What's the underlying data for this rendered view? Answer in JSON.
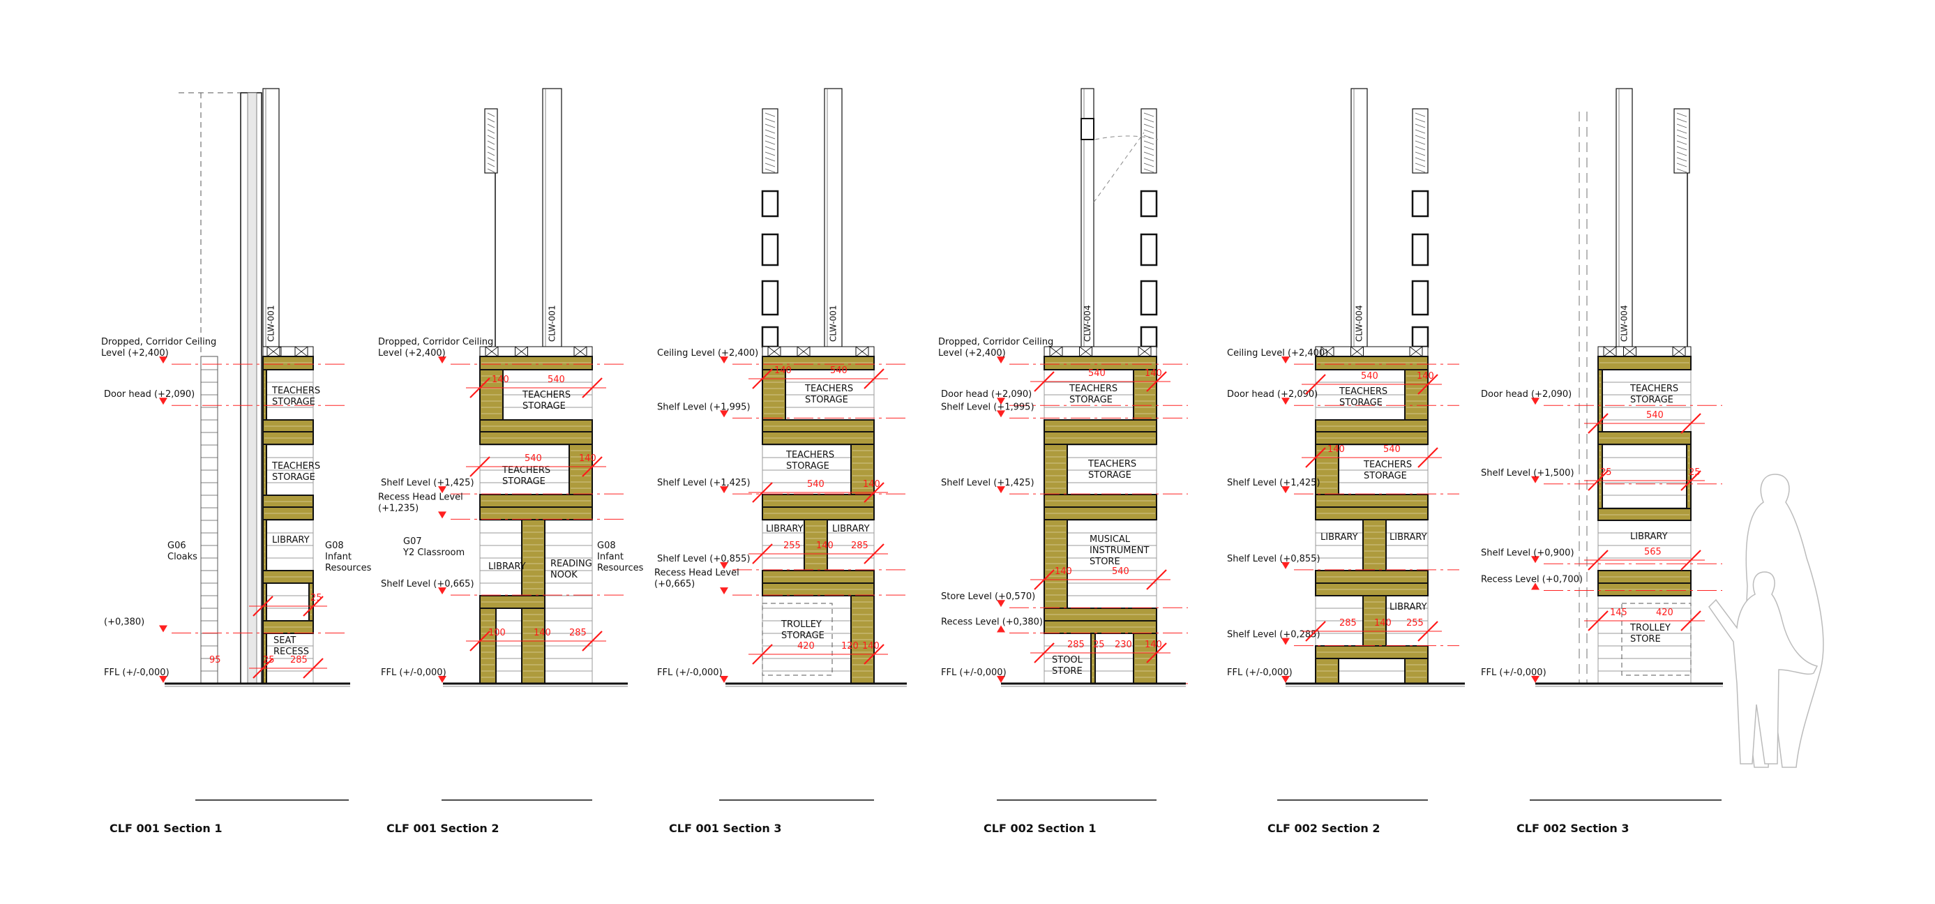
{
  "colors": {
    "wood": "#ae9b3d",
    "wood_grain": "#d2c58a",
    "level_line": "#ff2020",
    "outline": "#111111",
    "board": "#9a9a9a"
  },
  "sections": [
    {
      "title": "CLF 001 Section 1",
      "window_tag": "CLW-001",
      "levels": [
        {
          "label": [
            "Dropped, Corridor Ceiling",
            "Level (+2,400)"
          ],
          "mm": 2400,
          "marker": "down"
        },
        {
          "label": [
            "Door head (+2,090)"
          ],
          "mm": 2090,
          "marker": "down"
        },
        {
          "label": [
            "(+0,380)"
          ],
          "mm": 380,
          "marker": "down"
        },
        {
          "label": [
            "FFL (+/-0,000)"
          ],
          "mm": 0,
          "marker": "down"
        }
      ],
      "rooms": [
        {
          "lines": [
            "TEACHERS",
            "STORAGE"
          ]
        },
        {
          "lines": [
            "TEACHERS",
            "STORAGE"
          ]
        },
        {
          "lines": [
            "LIBRARY"
          ]
        },
        {
          "lines": [
            "SEAT",
            "RECESS"
          ]
        },
        {
          "lines": [
            "G06",
            "Cloaks"
          ]
        },
        {
          "lines": [
            "G08",
            "Infant",
            "Resources"
          ]
        }
      ],
      "dims": [
        "25",
        "95",
        "25",
        "285"
      ]
    },
    {
      "title": "CLF 001 Section 2",
      "window_tag": "CLW-001",
      "levels": [
        {
          "label": [
            "Dropped, Corridor Ceiling",
            "Level (+2,400)"
          ],
          "mm": 2400,
          "marker": "down"
        },
        {
          "label": [
            "Shelf Level (+1,425)"
          ],
          "mm": 1425,
          "marker": "down"
        },
        {
          "label": [
            "Recess Head Level",
            "(+1,235)"
          ],
          "mm": 1235,
          "marker": "down"
        },
        {
          "label": [
            "Shelf Level (+0,665)"
          ],
          "mm": 665,
          "marker": "down"
        },
        {
          "label": [
            "FFL (+/-0,000)"
          ],
          "mm": 0,
          "marker": "down"
        }
      ],
      "rooms": [
        {
          "lines": [
            "TEACHERS",
            "STORAGE"
          ]
        },
        {
          "lines": [
            "TEACHERS",
            "STORAGE"
          ]
        },
        {
          "lines": [
            "LIBRARY"
          ]
        },
        {
          "lines": [
            "READING",
            "NOOK"
          ]
        },
        {
          "lines": [
            "G07",
            "Y2 Classroom"
          ]
        },
        {
          "lines": [
            "G08",
            "Infant",
            "Resources"
          ]
        }
      ],
      "dims": [
        "140",
        "540",
        "540",
        "140",
        "100",
        "140",
        "285"
      ]
    },
    {
      "title": "CLF 001 Section 3",
      "window_tag": "CLW-001",
      "levels": [
        {
          "label": [
            "Ceiling Level (+2,400)"
          ],
          "mm": 2400,
          "marker": "down"
        },
        {
          "label": [
            "Shelf Level (+1,995)"
          ],
          "mm": 1995,
          "marker": "down"
        },
        {
          "label": [
            "Shelf Level (+1,425)"
          ],
          "mm": 1425,
          "marker": "down"
        },
        {
          "label": [
            "Shelf Level (+0,855)"
          ],
          "mm": 855,
          "marker": "down"
        },
        {
          "label": [
            "Recess Head Level",
            "(+0,665)"
          ],
          "mm": 665,
          "marker": "down"
        },
        {
          "label": [
            "FFL (+/-0,000)"
          ],
          "mm": 0,
          "marker": "down"
        }
      ],
      "rooms": [
        {
          "lines": [
            "TEACHERS",
            "STORAGE"
          ]
        },
        {
          "lines": [
            "TEACHERS",
            "STORAGE"
          ]
        },
        {
          "lines": [
            "LIBRARY"
          ]
        },
        {
          "lines": [
            "LIBRARY"
          ]
        },
        {
          "lines": [
            "TROLLEY",
            "STORAGE"
          ]
        }
      ],
      "dims": [
        "140",
        "540",
        "540",
        "140",
        "255",
        "140",
        "285",
        "420",
        "120",
        "140"
      ]
    },
    {
      "title": "CLF 002 Section 1",
      "window_tag": "CLW-004",
      "levels": [
        {
          "label": [
            "Dropped, Corridor Ceiling",
            "Level (+2,400)"
          ],
          "mm": 2400,
          "marker": "down"
        },
        {
          "label": [
            "Door head (+2,090)"
          ],
          "mm": 2090,
          "marker": "down"
        },
        {
          "label": [
            "Shelf Level (+1,995)"
          ],
          "mm": 1995,
          "marker": "down"
        },
        {
          "label": [
            "Shelf Level (+1,425)"
          ],
          "mm": 1425,
          "marker": "down"
        },
        {
          "label": [
            "Store Level (+0,570)"
          ],
          "mm": 570,
          "marker": "down"
        },
        {
          "label": [
            "Recess Level (+0,380)"
          ],
          "mm": 380,
          "marker": "up"
        },
        {
          "label": [
            "FFL (+/-0,000)"
          ],
          "mm": 0,
          "marker": "down"
        }
      ],
      "rooms": [
        {
          "lines": [
            "TEACHERS",
            "STORAGE"
          ]
        },
        {
          "lines": [
            "TEACHERS",
            "STORAGE"
          ]
        },
        {
          "lines": [
            "MUSICAL",
            "INSTRUMENT",
            "STORE"
          ]
        },
        {
          "lines": [
            "STOOL",
            "STORE"
          ]
        }
      ],
      "dims": [
        "540",
        "140",
        "140",
        "540",
        "285",
        "25",
        "230",
        "140"
      ]
    },
    {
      "title": "CLF 002 Section 2",
      "window_tag": "CLW-004",
      "levels": [
        {
          "label": [
            "Ceiling Level (+2,400)"
          ],
          "mm": 2400,
          "marker": "down"
        },
        {
          "label": [
            "Door head (+2,090)"
          ],
          "mm": 2090,
          "marker": "down"
        },
        {
          "label": [
            "Shelf Level (+1,425)"
          ],
          "mm": 1425,
          "marker": "down"
        },
        {
          "label": [
            "Shelf Level (+0,855)"
          ],
          "mm": 855,
          "marker": "down"
        },
        {
          "label": [
            "Shelf Level (+0,285)"
          ],
          "mm": 285,
          "marker": "down"
        },
        {
          "label": [
            "FFL (+/-0,000)"
          ],
          "mm": 0,
          "marker": "down"
        }
      ],
      "rooms": [
        {
          "lines": [
            "TEACHERS",
            "STORAGE"
          ]
        },
        {
          "lines": [
            "TEACHERS",
            "STORAGE"
          ]
        },
        {
          "lines": [
            "LIBRARY"
          ]
        },
        {
          "lines": [
            "LIBRARY"
          ]
        },
        {
          "lines": [
            "LIBRARY"
          ]
        }
      ],
      "dims": [
        "540",
        "140",
        "140",
        "540",
        "285",
        "140",
        "255"
      ]
    },
    {
      "title": "CLF 002 Section 3",
      "window_tag": "CLW-004",
      "levels": [
        {
          "label": [
            "Door head (+2,090)"
          ],
          "mm": 2090,
          "marker": "down"
        },
        {
          "label": [
            "Shelf Level (+1,500)"
          ],
          "mm": 1500,
          "marker": "down"
        },
        {
          "label": [
            "Shelf Level (+0,900)"
          ],
          "mm": 900,
          "marker": "down"
        },
        {
          "label": [
            "Recess Level (+0,700)"
          ],
          "mm": 700,
          "marker": "up"
        },
        {
          "label": [
            "FFL (+/-0,000)"
          ],
          "mm": 0,
          "marker": "down"
        }
      ],
      "rooms": [
        {
          "lines": [
            "TEACHERS",
            "STORAGE"
          ]
        },
        {
          "lines": [
            "LIBRARY"
          ]
        },
        {
          "lines": [
            "TROLLEY",
            "STORE"
          ]
        }
      ],
      "dims": [
        "540",
        "25",
        "25",
        "565",
        "145",
        "420"
      ]
    }
  ]
}
